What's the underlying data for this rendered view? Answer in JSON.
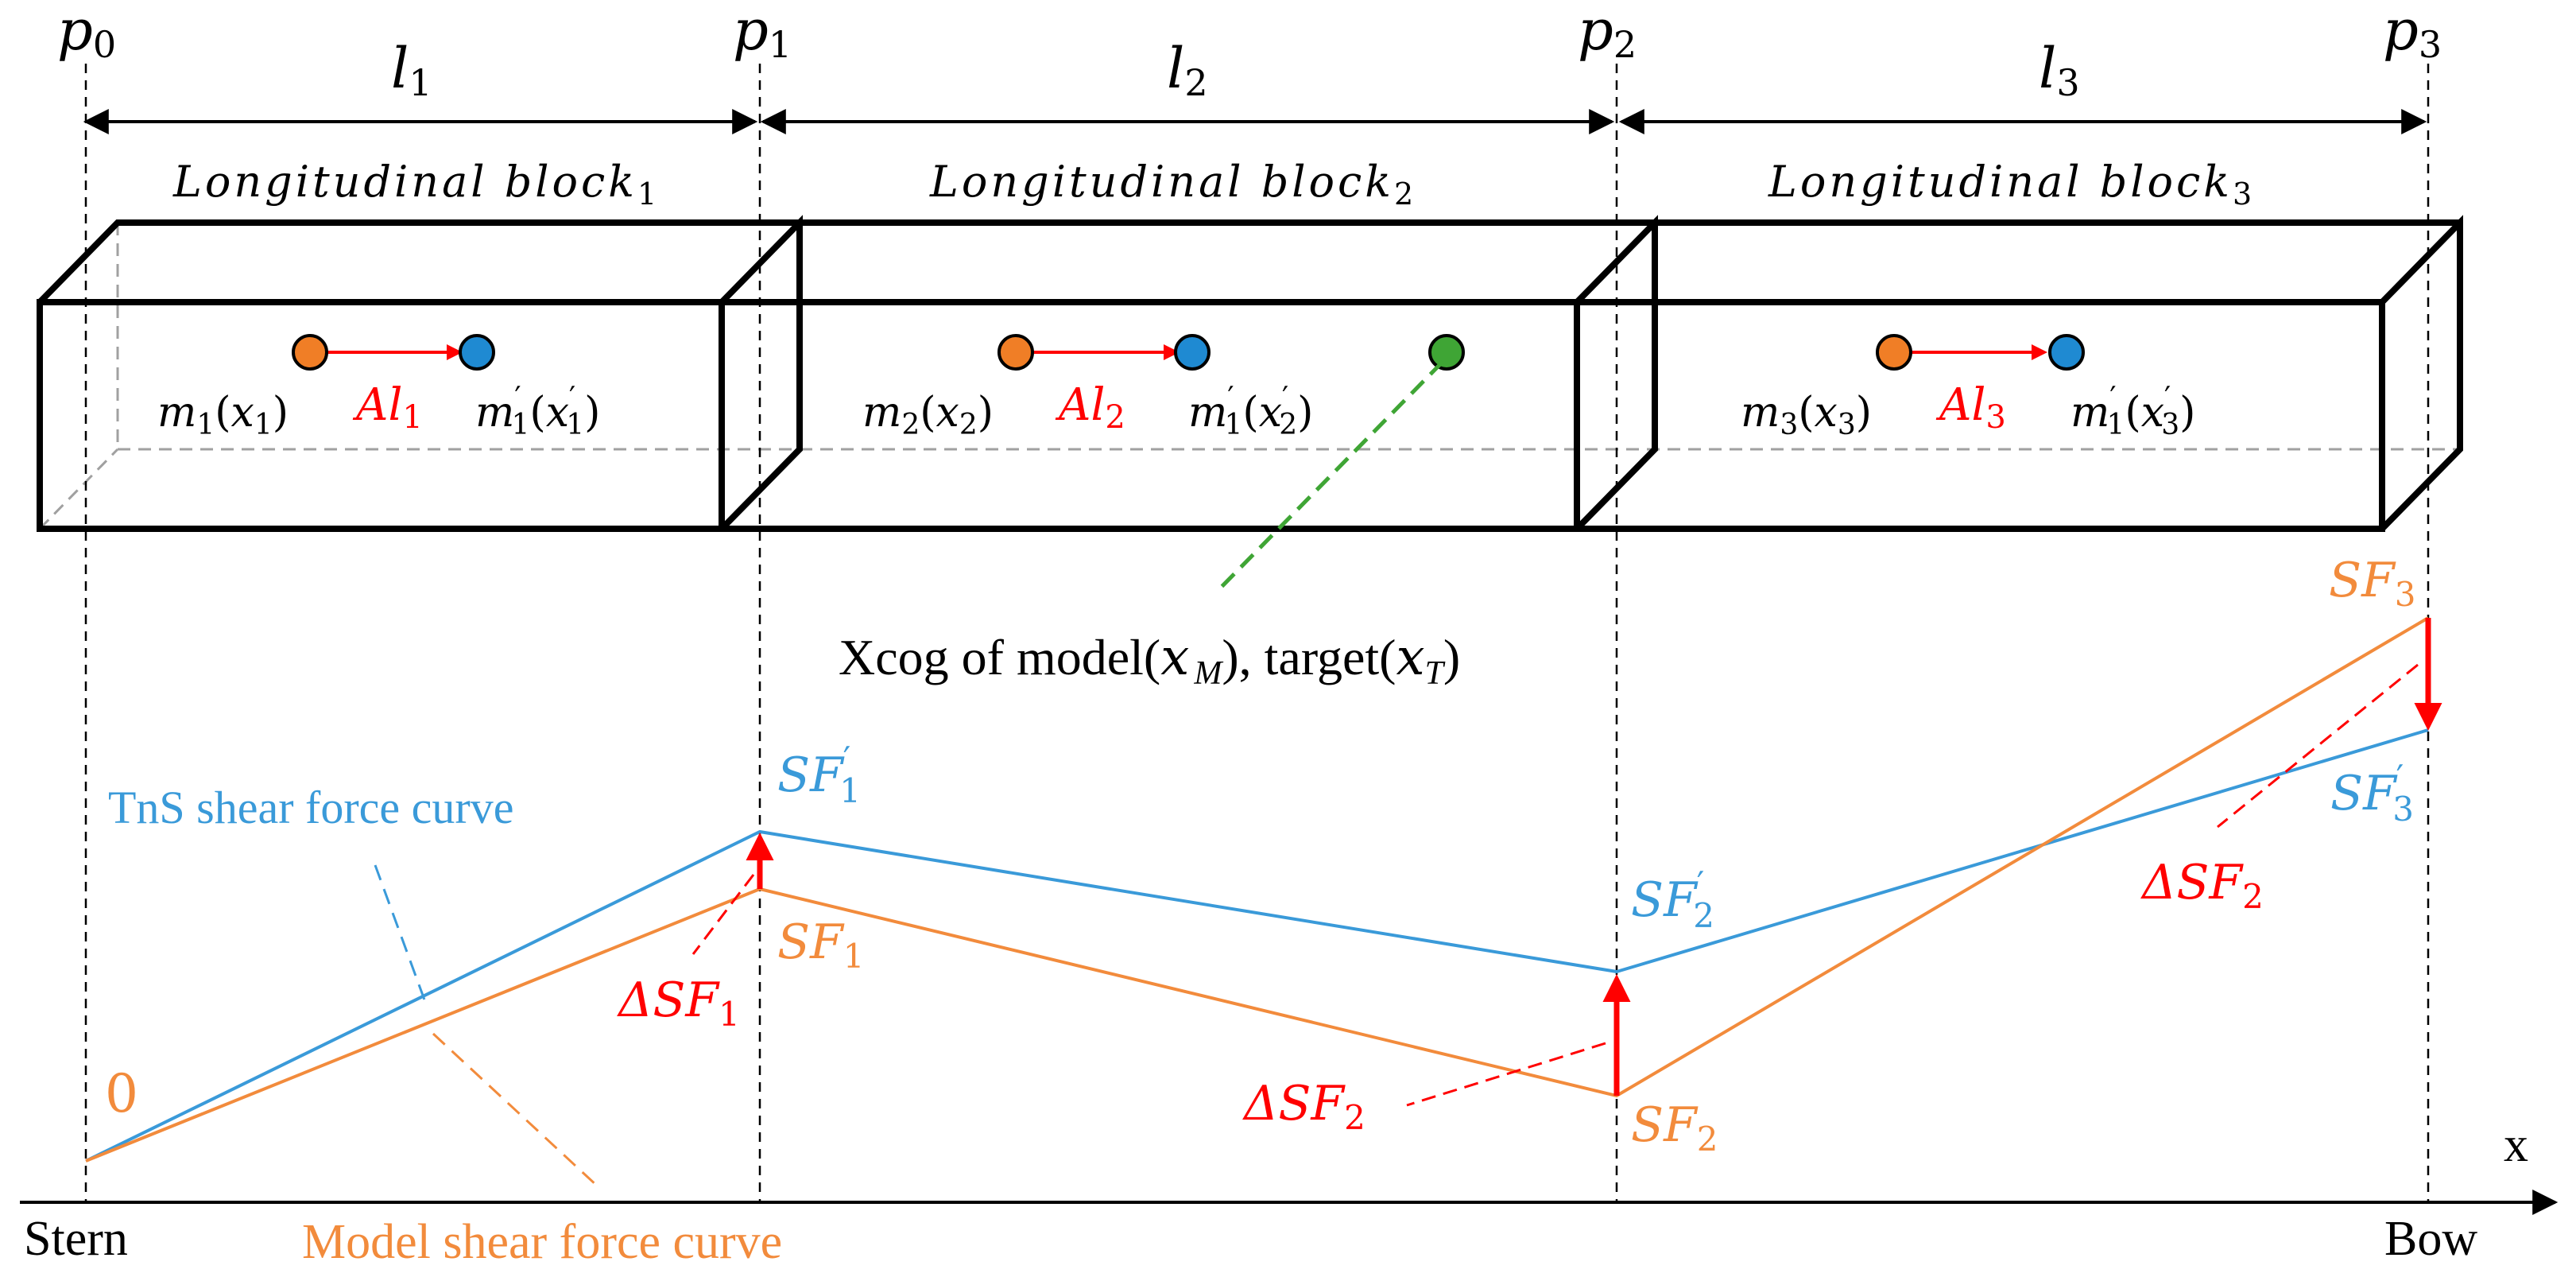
{
  "colors": {
    "black": "#000000",
    "model": "#F28B3C",
    "tns": "#3A9AD9",
    "red": "#FF0000",
    "green": "#3FA535",
    "orange_dot": "#F07E26",
    "blue_dot": "#1F8AD2",
    "hidden_edge": "#A0A0A0"
  },
  "points": {
    "p0": {
      "base": "p",
      "sub": "0"
    },
    "p1": {
      "base": "p",
      "sub": "1"
    },
    "p2": {
      "base": "p",
      "sub": "2"
    },
    "p3": {
      "base": "p",
      "sub": "3"
    }
  },
  "lengths": {
    "l1": {
      "base": "l",
      "sub": "1"
    },
    "l2": {
      "base": "l",
      "sub": "2"
    },
    "l3": {
      "base": "l",
      "sub": "3"
    }
  },
  "blocks": {
    "b1": {
      "title": "Longitudinal block",
      "sub": "1"
    },
    "b2": {
      "title": "Longitudinal block",
      "sub": "2"
    },
    "b3": {
      "title": "Longitudinal block",
      "sub": "3"
    }
  },
  "masses": {
    "m1": {
      "base": "m",
      "sub": "1",
      "arg": "x",
      "argsub": "1"
    },
    "m1p": {
      "base": "m",
      "prime": "′",
      "sub": "1",
      "arg": "x",
      "argsub": "1"
    },
    "m2": {
      "base": "m",
      "sub": "2",
      "arg": "x",
      "argsub": "2"
    },
    "m2p": {
      "base": "m",
      "prime": "′",
      "sub": "1",
      "arg": "x",
      "argsub": "2"
    },
    "m3": {
      "base": "m",
      "sub": "3",
      "arg": "x",
      "argsub": "3"
    },
    "m3p": {
      "base": "m",
      "prime": "′",
      "sub": "1",
      "arg": "x",
      "argsub": "3"
    }
  },
  "shifts": {
    "al1": {
      "base": "Al",
      "sub": "1"
    },
    "al2": {
      "base": "Al",
      "sub": "2"
    },
    "al3": {
      "base": "Al",
      "sub": "3"
    }
  },
  "xcog": {
    "text": "Xcog of model(",
    "x1": "x",
    "sub1": "M",
    "mid": "), target(",
    "x2": "x",
    "sub2": "T",
    "end": ")"
  },
  "curves": {
    "tns_label": "TnS  shear  force curve",
    "model_label": "Model shear force curve",
    "zero": "0"
  },
  "shear_forces": {
    "sf1": {
      "base": "SF",
      "sub": "1"
    },
    "sf2": {
      "base": "SF",
      "sub": "2"
    },
    "sf3": {
      "base": "SF",
      "sub": "3"
    },
    "sf1p": {
      "base": "SF",
      "prime": "′",
      "sub": "1"
    },
    "sf2p": {
      "base": "SF",
      "prime": "′",
      "sub": "2"
    },
    "sf3p": {
      "base": "SF",
      "prime": "′",
      "sub": "3"
    },
    "dsf1": {
      "base": "ΔSF",
      "sub": "1"
    },
    "dsf2a": {
      "base": "ΔSF",
      "sub": "2"
    },
    "dsf2b": {
      "base": "ΔSF",
      "sub": "2"
    }
  },
  "axis": {
    "x_label": "x",
    "stern": "Stern",
    "bow": "Bow"
  }
}
